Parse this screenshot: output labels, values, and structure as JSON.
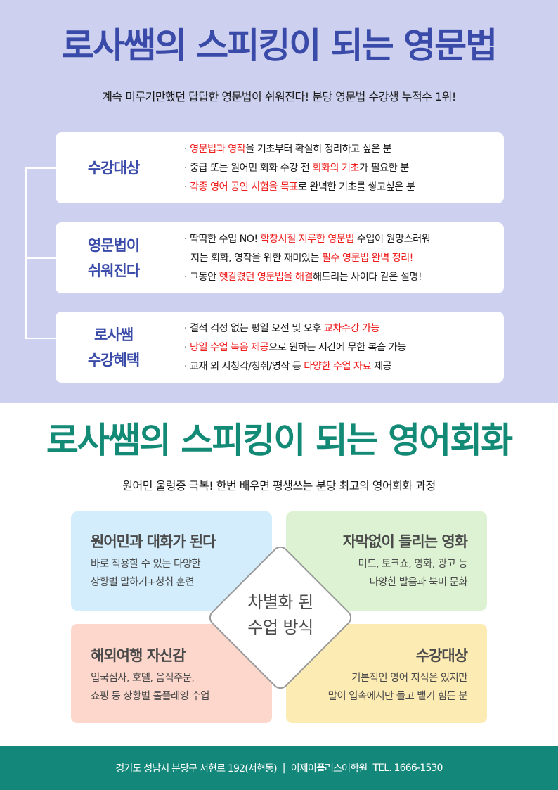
{
  "grammar": {
    "title": "로사쌤의 스피킹이 되는 영문법",
    "subtitle": "계속 미루기만했던 답답한 영문법이 쉬워진다! 분당 영문법 수강생 누적수 1위!",
    "cards": [
      {
        "label_lines": [
          "수강대상"
        ],
        "lines": [
          {
            "segments": [
              {
                "text": "영문법과 영작",
                "highlight": true
              },
              {
                "text": "을 기초부터 확실히 정리하고 싶은 분",
                "highlight": false
              }
            ]
          },
          {
            "segments": [
              {
                "text": "중급 또는 원어민 회화 수강 전 ",
                "highlight": false
              },
              {
                "text": "회화의 기초",
                "highlight": true
              },
              {
                "text": "가 필요한 분",
                "highlight": false
              }
            ]
          },
          {
            "segments": [
              {
                "text": "각종 영어 공인 시험을 목표",
                "highlight": true
              },
              {
                "text": "로 완벽한 기초를 쌓고싶은 분",
                "highlight": false
              }
            ]
          }
        ]
      },
      {
        "label_lines": [
          "영문법이",
          "쉬워진다"
        ],
        "lines": [
          {
            "segments": [
              {
                "text": "딱딱한 수업 NO! ",
                "highlight": false
              },
              {
                "text": "학창시절 지루한 영문법",
                "highlight": true
              },
              {
                "text": " 수업이 원망스러워",
                "highlight": false
              }
            ]
          },
          {
            "continuation": true,
            "segments": [
              {
                "text": "지는 회화, 영작을 위한 재미있는 ",
                "highlight": false
              },
              {
                "text": "필수 영문법 완벽 정리!",
                "highlight": true
              }
            ]
          },
          {
            "segments": [
              {
                "text": "그동안 ",
                "highlight": false
              },
              {
                "text": "헷갈렸던 영문법을 해결",
                "highlight": true
              },
              {
                "text": "해드리는 사이다 같은 설명!",
                "highlight": false
              }
            ]
          }
        ]
      },
      {
        "label_lines": [
          "로사쌤",
          "수강혜택"
        ],
        "lines": [
          {
            "segments": [
              {
                "text": "결석 걱정 없는 평일 오전 및 오후 ",
                "highlight": false
              },
              {
                "text": "교차수강 가능",
                "highlight": true
              }
            ]
          },
          {
            "segments": [
              {
                "text": "당일 수업 녹음 제공",
                "highlight": true
              },
              {
                "text": "으로 원하는 시간에 무한 복습 가능",
                "highlight": false
              }
            ]
          },
          {
            "segments": [
              {
                "text": "교재 외 시청각/청취/영작 등 ",
                "highlight": false
              },
              {
                "text": "다양한 수업 자료",
                "highlight": true
              },
              {
                "text": " 제공",
                "highlight": false
              }
            ]
          }
        ]
      }
    ],
    "bullet": "·"
  },
  "conversation": {
    "title": "로사쌤의 스피킹이 되는 영어회화",
    "subtitle": "원어민 울렁증 극복! 한번 배우면 평생쓰는 분당 최고의 영어회화 과정",
    "center": {
      "line1": "차별화 된",
      "line2": "수업 방식"
    },
    "features": [
      {
        "title": "원어민과 대화가 된다",
        "desc1": "바로 적용할 수 있는 다양한",
        "desc2": "상황별 말하기+청취 훈련"
      },
      {
        "title": "자막없이 들리는 영화",
        "desc1": "미드, 토크쇼, 영화, 광고 등",
        "desc2": "다양한 발음과 북미 문화"
      },
      {
        "title": "해외여행 자신감",
        "desc1": "입국심사, 호텔, 음식주문,",
        "desc2": "쇼핑 등 상황별 롤플레잉 수업"
      },
      {
        "title": "수강대상",
        "desc1": "기본적인 영어 지식은 있지만",
        "desc2": "말이 입속에서만 돌고 뱉기 힘든 분"
      }
    ]
  },
  "footer": {
    "address": "경기도 성남시 분당구 서현로 192(서현동)",
    "separator": "|",
    "academy": "이제이플러스어학원",
    "tel": "TEL. 1666-1530"
  },
  "colors": {
    "top_bg": "#cdd1ef",
    "grammar_title": "#3a4aa8",
    "highlight_red": "#ef1c1c",
    "conversation_title": "#138a76",
    "footer_bg": "#13877a",
    "card_blue": "#d3edfc",
    "card_green": "#dcf2d2",
    "card_pink": "#fdd7cb",
    "card_yellow": "#fdebb4"
  }
}
